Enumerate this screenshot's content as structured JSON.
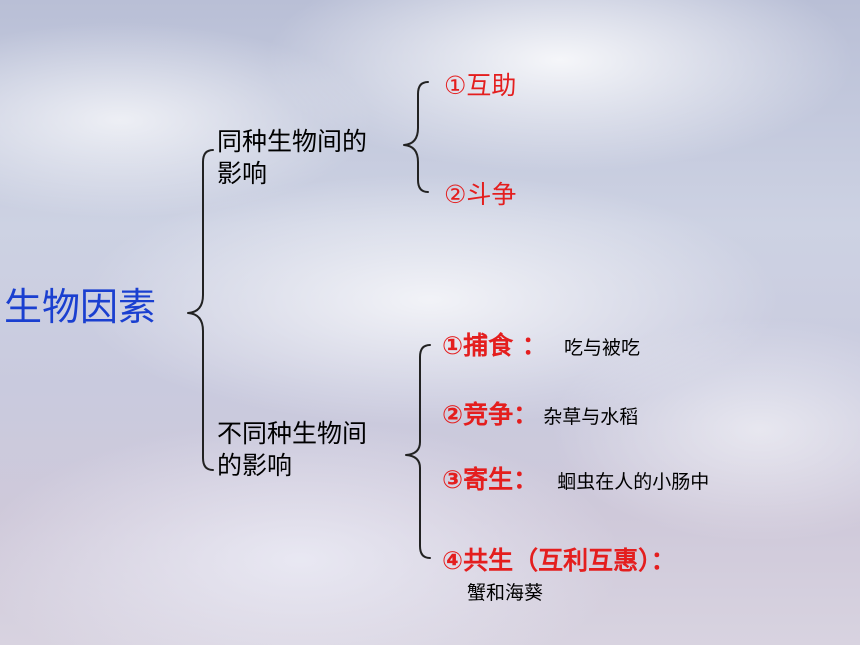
{
  "root": {
    "label": "生物因素"
  },
  "same_species": {
    "label_line1": "同种生物间的",
    "label_line2": "影响",
    "items": [
      {
        "label": "①互助"
      },
      {
        "label": "②斗争"
      }
    ]
  },
  "different_species": {
    "label_line1": "不同种生物间",
    "label_line2": "的影响",
    "items": [
      {
        "label": "①捕食 ：",
        "desc": "吃与被吃"
      },
      {
        "label": "②竞争：",
        "desc": "杂草与水稻"
      },
      {
        "label": "③寄生：",
        "desc": "蛔虫在人的小肠中"
      },
      {
        "label": "④共生（互利互惠）：",
        "desc": "蟹和海葵"
      }
    ]
  },
  "colors": {
    "root_text": "#1a3fd0",
    "leaf_text": "#e41e1e",
    "branch_text": "#000000"
  }
}
